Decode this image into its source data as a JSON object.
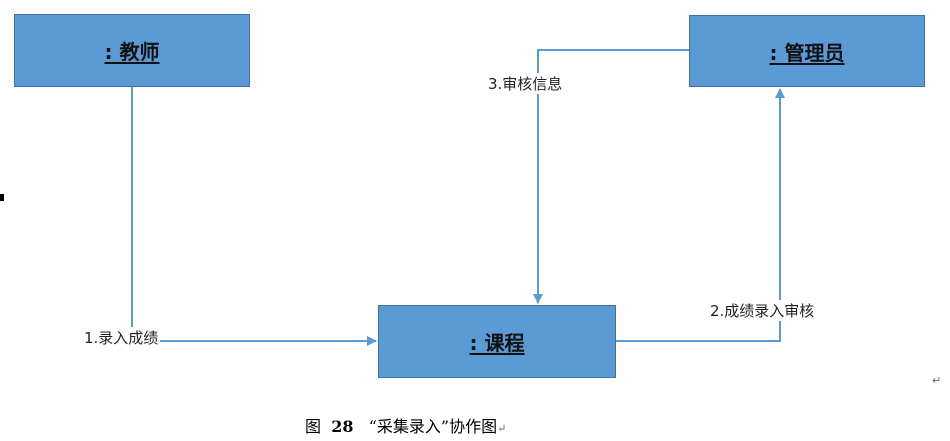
{
  "objects": {
    "teacher": ": 教师",
    "admin": ": 管理员",
    "course": ": 课程"
  },
  "messages": {
    "m1": "1.录入成绩",
    "m2": "2.成绩录入审核",
    "m3": "3.审核信息"
  },
  "caption": {
    "prefix": "图",
    "number": "28",
    "title": "“采集录入”协作图"
  },
  "colors": {
    "box_fill": "#5b9bd5",
    "box_border": "#41719c",
    "connector": "#5b9bd5"
  }
}
